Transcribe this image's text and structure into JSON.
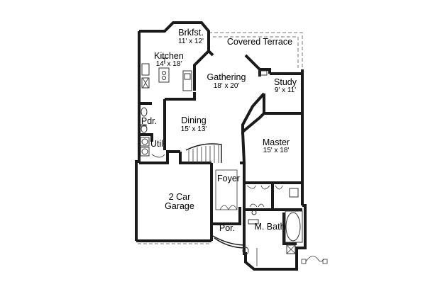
{
  "rooms": {
    "breakfast": {
      "name": "Brkfst.",
      "dims": "11' x 12'"
    },
    "covered_terrace": {
      "name": "Covered Terrace"
    },
    "kitchen": {
      "name": "Kitchen",
      "dims": "14' x 18'"
    },
    "gathering": {
      "name": "Gathering",
      "dims": "18' x 20'"
    },
    "study": {
      "name": "Study",
      "dims": "9' x 11'"
    },
    "dining": {
      "name": "Dining",
      "dims": "15' x 13'"
    },
    "powder": {
      "name": "Pdr."
    },
    "master": {
      "name": "Master",
      "dims": "15' x 18'"
    },
    "utility": {
      "name": "Util"
    },
    "foyer": {
      "name": "Foyer"
    },
    "garage": {
      "name": "2 Car",
      "name_line2": "Garage"
    },
    "master_bath": {
      "name": "M. Bath"
    },
    "porch": {
      "name": "Por."
    }
  }
}
